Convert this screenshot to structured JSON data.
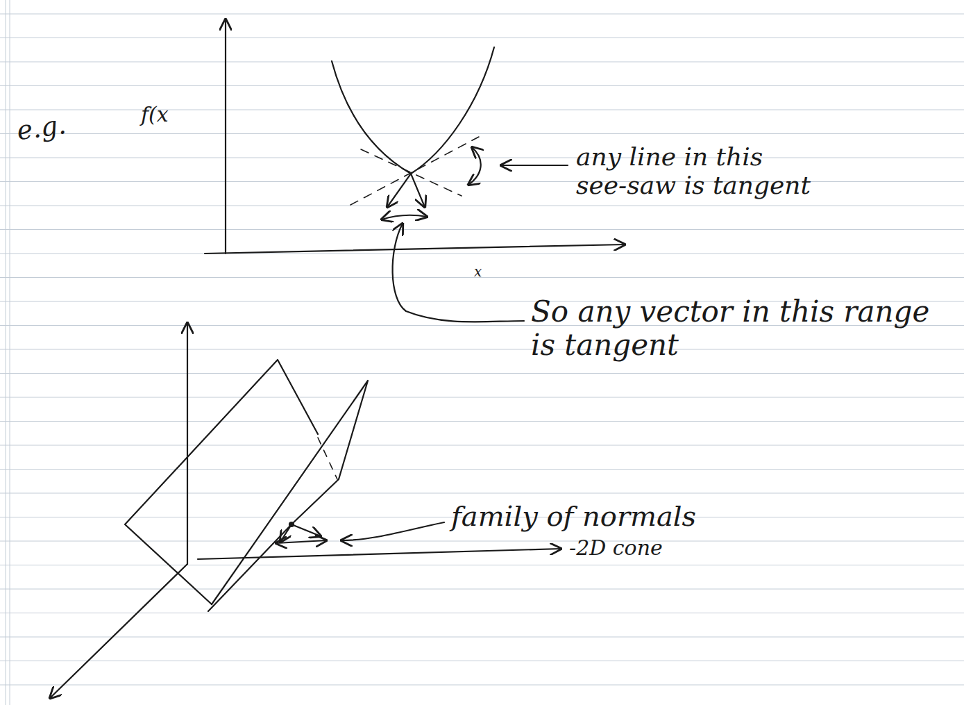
{
  "diagram": {
    "labels": [
      "e.g.",
      "f(x",
      "x",
      "any line in this see-saw is tangent",
      "So any vector in this range is tangent",
      "family of normals",
      "-2D cone"
    ]
  }
}
